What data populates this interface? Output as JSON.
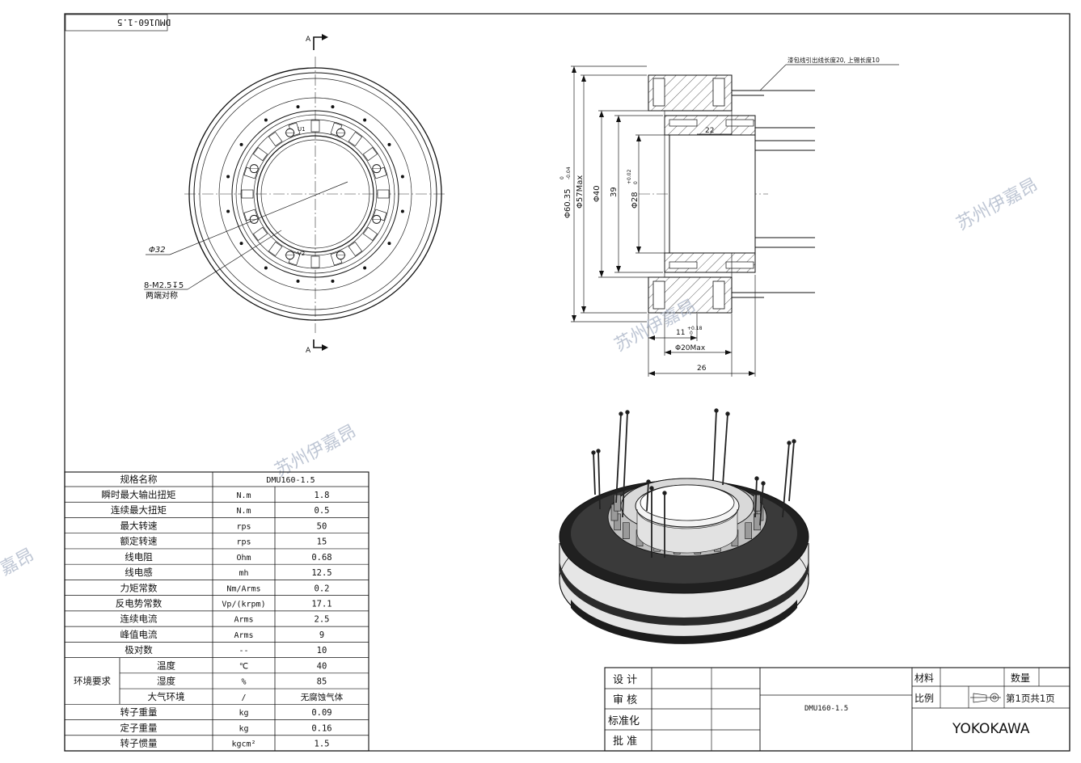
{
  "title_tab": "DMU160-1.5",
  "section_marker": "A",
  "front_view": {
    "bore_label": "Φ32",
    "hole_label_1": "8-M2.5↧5",
    "hole_label_2": "两端对称",
    "ring_small_1": "U1",
    "ring_small_2": "V2"
  },
  "section_view": {
    "lead_note": "漆包线引出线长度20, 上锡长度10",
    "dim_od": "Φ60.35",
    "dim_od_tol_upper": "0",
    "dim_od_tol_lower": "-0.04",
    "dim_57": "Φ57Max",
    "dim_40": "Φ40",
    "dim_39": "39",
    "dim_28": "Φ28",
    "dim_28_tol_upper": "+0.02",
    "dim_28_tol_lower": "0",
    "dim_22": "22",
    "dim_11": "11",
    "dim_11_tol_upper": "+0.18",
    "dim_11_tol_lower": "0",
    "dim_20": "Φ20Max",
    "dim_26": "26"
  },
  "watermark": "苏州伊嘉昂",
  "watermark_partial": "嘉昂",
  "spec_table": {
    "header": [
      "规格名称",
      "DMU160-1.5"
    ],
    "rows": [
      {
        "name": "瞬时最大输出扭矩",
        "unit": "N.m",
        "value": "1.8"
      },
      {
        "name": "连续最大扭矩",
        "unit": "N.m",
        "value": "0.5"
      },
      {
        "name": "最大转速",
        "unit": "rps",
        "value": "50"
      },
      {
        "name": "额定转速",
        "unit": "rps",
        "value": "15"
      },
      {
        "name": "线电阻",
        "unit": "Ohm",
        "value": "0.68"
      },
      {
        "name": "线电感",
        "unit": "mh",
        "value": "12.5"
      },
      {
        "name": "力矩常数",
        "unit": "Nm/Arms",
        "value": "0.2"
      },
      {
        "name": "反电势常数",
        "unit": "Vp/(krpm)",
        "value": "17.1"
      },
      {
        "name": "连续电流",
        "unit": "Arms",
        "value": "2.5"
      },
      {
        "name": "峰值电流",
        "unit": "Arms",
        "value": "9"
      },
      {
        "name": "极对数",
        "unit": "--",
        "value": "10"
      }
    ],
    "env_label": "环境要求",
    "env_rows": [
      {
        "name": "温度",
        "unit": "℃",
        "value": "40"
      },
      {
        "name": "湿度",
        "unit": "%",
        "value": "85"
      },
      {
        "name": "大气环境",
        "unit": "/",
        "value": "无腐蚀气体"
      }
    ],
    "tail_rows": [
      {
        "name": "转子重量",
        "unit": "kg",
        "value": "0.09"
      },
      {
        "name": "定子重量",
        "unit": "kg",
        "value": "0.16"
      },
      {
        "name": "转子惯量",
        "unit": "kgcm²",
        "value": "1.5"
      }
    ]
  },
  "title_block": {
    "design": "设 计",
    "review": "审 核",
    "standard": "标准化",
    "approve": "批 准",
    "material": "材料",
    "quantity": "数量",
    "scale": "比例",
    "sheet_info": "第1页共1页",
    "model": "DMU160-1.5",
    "company": "YOKOKAWA"
  }
}
